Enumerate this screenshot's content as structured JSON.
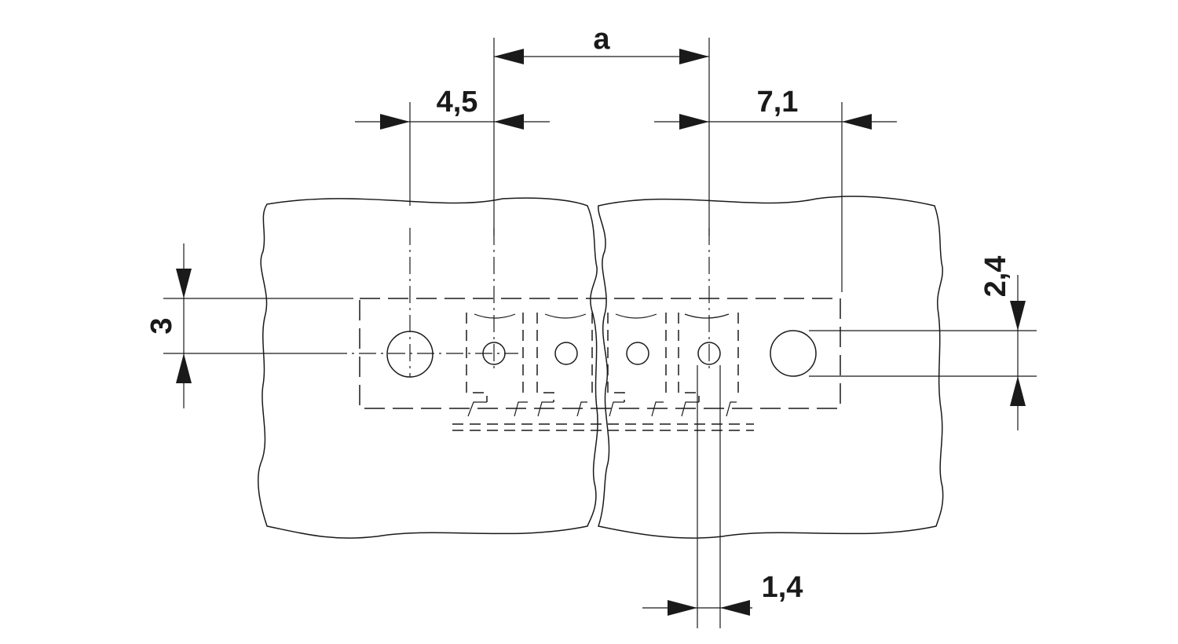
{
  "dimensions": {
    "pitch_label": "a",
    "offset_left_label": "4,5",
    "offset_right_label": "7,1",
    "height_left_label": "3",
    "height_right_label": "2,4",
    "pin_width_label": "1,4"
  }
}
